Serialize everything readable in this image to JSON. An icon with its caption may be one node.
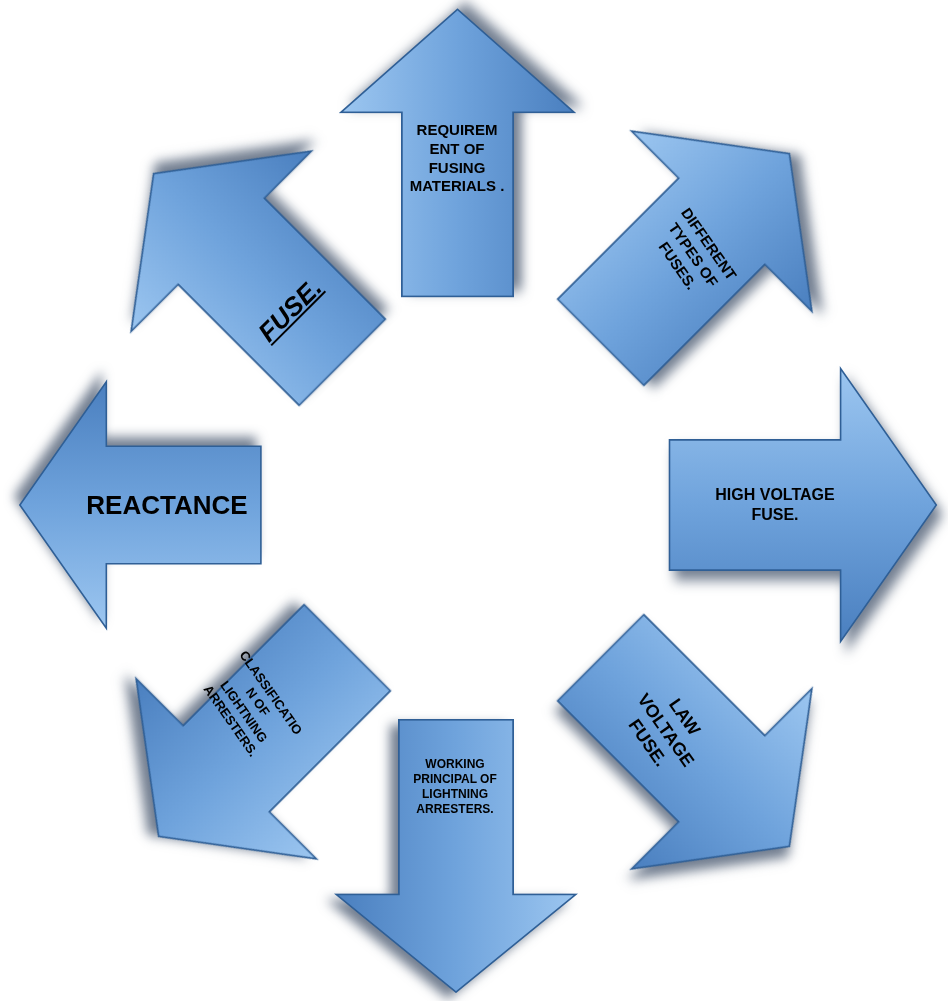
{
  "diagram": {
    "nodes": [
      {
        "text": [
          "REQUIREM ENT OF FUSING MATERIALS ."
        ]
      },
      {
        "text": [
          "FUSE."
        ]
      },
      {
        "text": [
          "DIFFERENT TYPES OF FUSES."
        ]
      },
      {
        "text": [
          "REACTANCE"
        ]
      },
      {
        "text": [
          "HIGH VOLTAGE FUSE."
        ]
      },
      {
        "text": [
          "CLASSIFICATIO N OF LIGHTNING ARRESTERS."
        ]
      },
      {
        "text": [
          "LAW VOLTAGE FUSE."
        ]
      },
      {
        "text": [
          "WORKING PRINCIPAL OF LIGHTNING ARRESTERS."
        ]
      }
    ]
  }
}
